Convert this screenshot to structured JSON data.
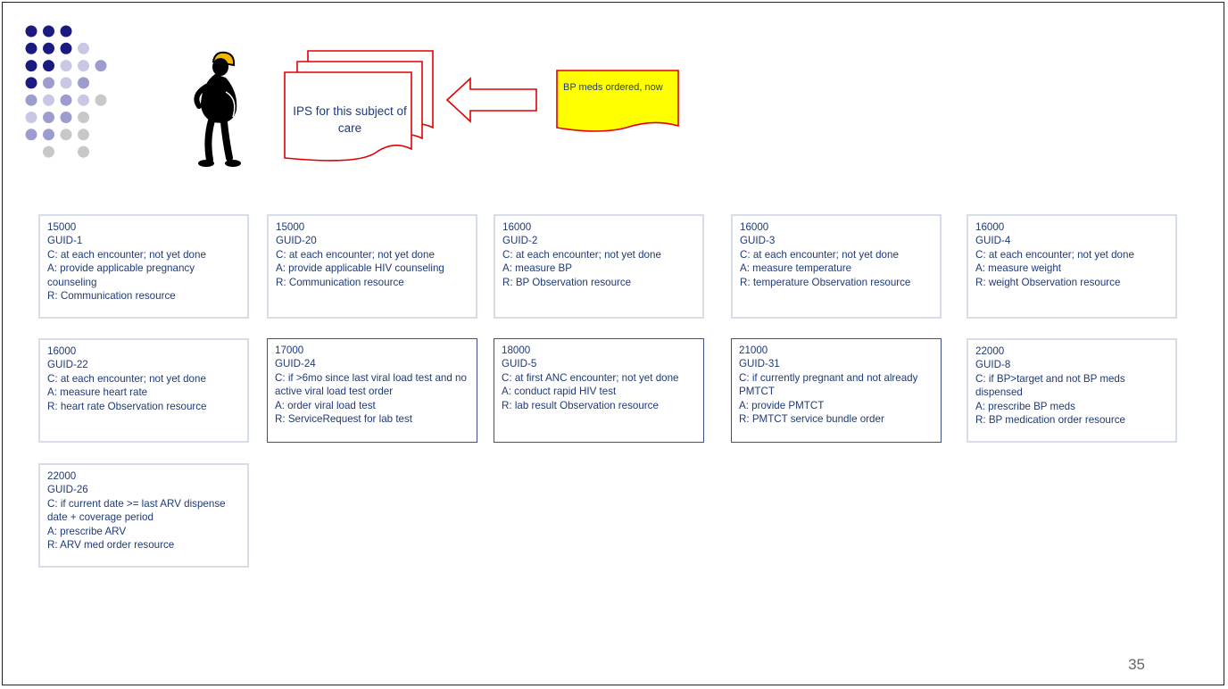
{
  "page_number": "35",
  "documents_label": "IPS for this subject of care",
  "sticky_note": "BP meds ordered, now",
  "colors": {
    "dark_dot": "#1a1a80",
    "mid_dot": "#9c9ccf",
    "light_dot": "#c8c8e4",
    "gray_dot": "#c8c8c8",
    "doc_outline": "#e00000",
    "note_fill": "#ffff00"
  },
  "cards": [
    {
      "lines": [
        "15000",
        "GUID-1",
        "C: at each encounter; not yet done",
        "A: provide applicable pregnancy counseling",
        "R: Communication resource"
      ]
    },
    {
      "lines": [
        "15000",
        "GUID-20",
        "C: at each encounter; not yet done",
        "A: provide applicable HIV counseling",
        "R: Communication resource"
      ]
    },
    {
      "lines": [
        "16000",
        "GUID-2",
        "C: at each encounter; not yet done",
        "A: measure BP",
        "R: BP Observation resource"
      ]
    },
    {
      "lines": [
        "16000",
        "GUID-3",
        "C: at each encounter; not yet done",
        "A: measure temperature",
        "R: temperature Observation resource"
      ]
    },
    {
      "lines": [
        "16000",
        "GUID-4",
        "C: at each encounter; not yet done",
        "A: measure weight",
        "R: weight Observation resource"
      ]
    },
    {
      "lines": [
        "16000",
        "GUID-22",
        "C: at each encounter; not yet done",
        "A: measure heart rate",
        "R: heart rate Observation resource"
      ]
    },
    {
      "lines": [
        "17000",
        "GUID-24",
        "C: if >6mo since last viral load test and no active viral load test order",
        "A: order viral load test",
        "R: ServiceRequest for lab test"
      ]
    },
    {
      "lines": [
        "18000",
        "GUID-5",
        "C: at first ANC encounter; not yet done",
        "A: conduct rapid HIV test",
        "R: lab result Observation resource"
      ]
    },
    {
      "lines": [
        "21000",
        "GUID-31",
        "C: if currently pregnant and not already PMTCT",
        "A: provide PMTCT",
        "R: PMTCT service bundle order"
      ]
    },
    {
      "lines": [
        "22000",
        "GUID-8",
        "C: if BP>target and not BP meds dispensed",
        "A: prescribe BP meds",
        "R: BP medication order resource"
      ]
    },
    {
      "lines": [
        "22000",
        "GUID-26",
        "C: if current date >= last ARV dispense date + coverage period",
        "A: prescribe ARV",
        "R: ARV med order resource"
      ]
    }
  ]
}
